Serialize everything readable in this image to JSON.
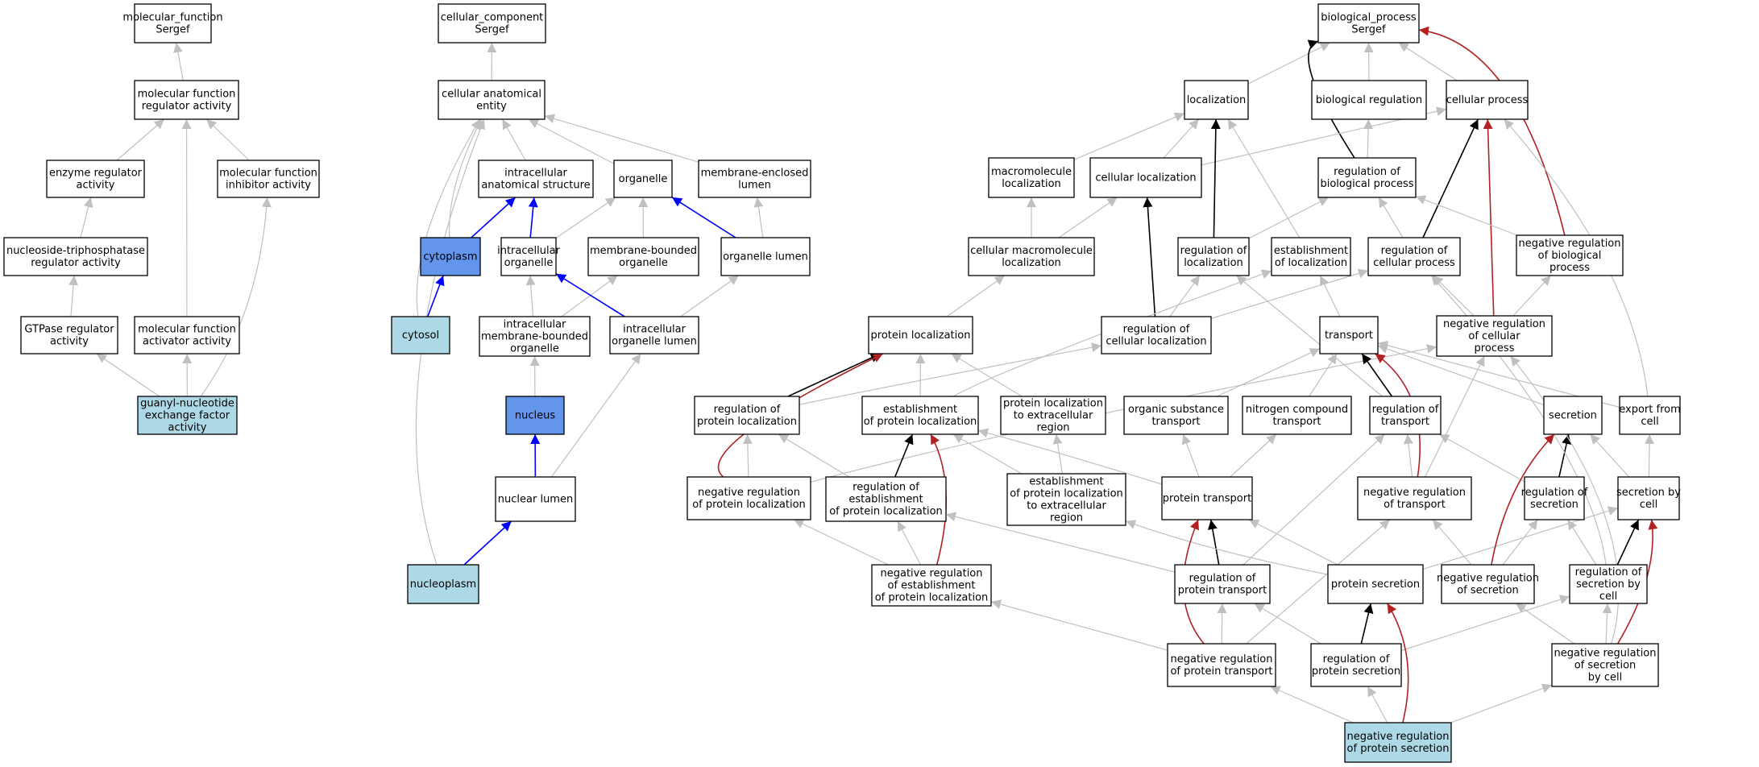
{
  "colors": {
    "node_border": "#000000",
    "node_fill": "#ffffff",
    "query_fill": "#add8e6",
    "highlight_fill": "#6495ed",
    "edge_is_a": "#c0c0c0",
    "edge_part_of": "#0000ff",
    "edge_regulates": "#000000",
    "edge_negatively_regulates": "#b22222"
  },
  "nodes": [
    {
      "id": "mf_root",
      "lines": [
        "molecular_function",
        "Sergef"
      ],
      "style": "plain"
    },
    {
      "id": "mf_reg",
      "lines": [
        "molecular function",
        "regulator activity"
      ],
      "style": "plain"
    },
    {
      "id": "enz_reg",
      "lines": [
        "enzyme regulator",
        "activity"
      ],
      "style": "plain"
    },
    {
      "id": "mf_inhib",
      "lines": [
        "molecular function",
        "inhibitor activity"
      ],
      "style": "plain"
    },
    {
      "id": "ntp_reg",
      "lines": [
        "nucleoside-triphosphatase",
        "regulator activity"
      ],
      "style": "plain"
    },
    {
      "id": "gtpase_reg",
      "lines": [
        "GTPase regulator",
        "activity"
      ],
      "style": "plain"
    },
    {
      "id": "mf_act",
      "lines": [
        "molecular function",
        "activator activity"
      ],
      "style": "plain"
    },
    {
      "id": "gef",
      "lines": [
        "guanyl-nucleotide",
        "exchange factor",
        "activity"
      ],
      "style": "query"
    },
    {
      "id": "cc_root",
      "lines": [
        "cellular_component",
        "Sergef"
      ],
      "style": "plain"
    },
    {
      "id": "cae",
      "lines": [
        "cellular anatomical",
        "entity"
      ],
      "style": "plain"
    },
    {
      "id": "ias",
      "lines": [
        "intracellular",
        "anatomical structure"
      ],
      "style": "plain"
    },
    {
      "id": "organelle",
      "lines": [
        "organelle"
      ],
      "style": "plain"
    },
    {
      "id": "mel",
      "lines": [
        "membrane-enclosed",
        "lumen"
      ],
      "style": "plain"
    },
    {
      "id": "cytoplasm",
      "lines": [
        "cytoplasm"
      ],
      "style": "highlight"
    },
    {
      "id": "io",
      "lines": [
        "intracellular",
        "organelle"
      ],
      "style": "plain"
    },
    {
      "id": "mbo",
      "lines": [
        "membrane-bounded",
        "organelle"
      ],
      "style": "plain"
    },
    {
      "id": "ol",
      "lines": [
        "organelle lumen"
      ],
      "style": "plain"
    },
    {
      "id": "cytosol",
      "lines": [
        "cytosol"
      ],
      "style": "query"
    },
    {
      "id": "imbo",
      "lines": [
        "intracellular",
        "membrane-bounded",
        "organelle"
      ],
      "style": "plain"
    },
    {
      "id": "iol",
      "lines": [
        "intracellular",
        "organelle lumen"
      ],
      "style": "plain"
    },
    {
      "id": "nucleus",
      "lines": [
        "nucleus"
      ],
      "style": "highlight"
    },
    {
      "id": "nl",
      "lines": [
        "nuclear lumen"
      ],
      "style": "plain"
    },
    {
      "id": "nucleoplasm",
      "lines": [
        "nucleoplasm"
      ],
      "style": "query"
    },
    {
      "id": "bp_root",
      "lines": [
        "biological_process",
        "Sergef"
      ],
      "style": "plain"
    },
    {
      "id": "localization",
      "lines": [
        "localization"
      ],
      "style": "plain"
    },
    {
      "id": "bio_reg",
      "lines": [
        "biological regulation"
      ],
      "style": "plain"
    },
    {
      "id": "cell_proc",
      "lines": [
        "cellular process"
      ],
      "style": "plain"
    },
    {
      "id": "macro_loc",
      "lines": [
        "macromolecule",
        "localization"
      ],
      "style": "plain"
    },
    {
      "id": "cell_loc",
      "lines": [
        "cellular localization"
      ],
      "style": "plain"
    },
    {
      "id": "reg_bp",
      "lines": [
        "regulation of",
        "biological process"
      ],
      "style": "plain"
    },
    {
      "id": "cm_loc",
      "lines": [
        "cellular macromolecule",
        "localization"
      ],
      "style": "plain"
    },
    {
      "id": "reg_loc",
      "lines": [
        "regulation of",
        "localization"
      ],
      "style": "plain"
    },
    {
      "id": "est_loc",
      "lines": [
        "establishment",
        "of localization"
      ],
      "style": "plain"
    },
    {
      "id": "reg_cp",
      "lines": [
        "regulation of",
        "cellular process"
      ],
      "style": "plain"
    },
    {
      "id": "neg_bp",
      "lines": [
        "negative regulation",
        "of biological",
        "process"
      ],
      "style": "plain"
    },
    {
      "id": "prot_loc",
      "lines": [
        "protein localization"
      ],
      "style": "plain"
    },
    {
      "id": "reg_cell_loc",
      "lines": [
        "regulation of",
        "cellular localization"
      ],
      "style": "plain"
    },
    {
      "id": "transport",
      "lines": [
        "transport"
      ],
      "style": "plain"
    },
    {
      "id": "neg_cp",
      "lines": [
        "negative regulation",
        "of cellular",
        "process"
      ],
      "style": "plain"
    },
    {
      "id": "reg_prot_loc",
      "lines": [
        "regulation of",
        "protein localization"
      ],
      "style": "plain"
    },
    {
      "id": "est_prot_loc",
      "lines": [
        "establishment",
        "of protein localization"
      ],
      "style": "plain"
    },
    {
      "id": "pl_extra",
      "lines": [
        "protein localization",
        "to extracellular",
        "region"
      ],
      "style": "plain"
    },
    {
      "id": "org_sub",
      "lines": [
        "organic substance",
        "transport"
      ],
      "style": "plain"
    },
    {
      "id": "nitro",
      "lines": [
        "nitrogen compound",
        "transport"
      ],
      "style": "plain"
    },
    {
      "id": "reg_transport",
      "lines": [
        "regulation of",
        "transport"
      ],
      "style": "plain"
    },
    {
      "id": "secretion",
      "lines": [
        "secretion"
      ],
      "style": "plain"
    },
    {
      "id": "export_cell",
      "lines": [
        "export from",
        "cell"
      ],
      "style": "plain"
    },
    {
      "id": "neg_reg_pl",
      "lines": [
        "negative regulation",
        "of protein localization"
      ],
      "style": "plain"
    },
    {
      "id": "reg_est_pl",
      "lines": [
        "regulation of",
        "establishment",
        "of protein localization"
      ],
      "style": "plain"
    },
    {
      "id": "est_pl_extra",
      "lines": [
        "establishment",
        "of protein localization",
        "to extracellular",
        "region"
      ],
      "style": "plain"
    },
    {
      "id": "prot_transport",
      "lines": [
        "protein transport"
      ],
      "style": "plain"
    },
    {
      "id": "neg_reg_transport",
      "lines": [
        "negative regulation",
        "of transport"
      ],
      "style": "plain"
    },
    {
      "id": "reg_secretion",
      "lines": [
        "regulation of",
        "secretion"
      ],
      "style": "plain"
    },
    {
      "id": "sec_cell",
      "lines": [
        "secretion by",
        "cell"
      ],
      "style": "plain"
    },
    {
      "id": "neg_reg_est_pl",
      "lines": [
        "negative regulation",
        "of establishment",
        "of protein localization"
      ],
      "style": "plain"
    },
    {
      "id": "reg_prot_transport",
      "lines": [
        "regulation of",
        "protein transport"
      ],
      "style": "plain"
    },
    {
      "id": "prot_secretion",
      "lines": [
        "protein secretion"
      ],
      "style": "plain"
    },
    {
      "id": "neg_reg_secretion",
      "lines": [
        "negative regulation",
        "of secretion"
      ],
      "style": "plain"
    },
    {
      "id": "reg_sec_cell",
      "lines": [
        "regulation of",
        "secretion by",
        "cell"
      ],
      "style": "plain"
    },
    {
      "id": "neg_reg_pt",
      "lines": [
        "negative regulation",
        "of protein transport"
      ],
      "style": "plain"
    },
    {
      "id": "reg_prot_sec",
      "lines": [
        "regulation of",
        "protein secretion"
      ],
      "style": "plain"
    },
    {
      "id": "neg_reg_sec_cell",
      "lines": [
        "negative regulation",
        "of secretion",
        "by cell"
      ],
      "style": "plain"
    },
    {
      "id": "neg_reg_prot_sec",
      "lines": [
        "negative regulation",
        "of protein secretion"
      ],
      "style": "query"
    }
  ],
  "edges": [
    {
      "from": "mf_reg",
      "to": "mf_root",
      "type": "is_a"
    },
    {
      "from": "enz_reg",
      "to": "mf_reg",
      "type": "is_a"
    },
    {
      "from": "mf_inhib",
      "to": "mf_reg",
      "type": "is_a"
    },
    {
      "from": "mf_act",
      "to": "mf_reg",
      "type": "is_a"
    },
    {
      "from": "ntp_reg",
      "to": "enz_reg",
      "type": "is_a"
    },
    {
      "from": "gtpase_reg",
      "to": "ntp_reg",
      "type": "is_a"
    },
    {
      "from": "gef",
      "to": "gtpase_reg",
      "type": "is_a"
    },
    {
      "from": "gef",
      "to": "mf_act",
      "type": "is_a"
    },
    {
      "from": "gef",
      "to": "mf_inhib",
      "type": "is_a"
    },
    {
      "from": "cae",
      "to": "cc_root",
      "type": "is_a"
    },
    {
      "from": "ias",
      "to": "cae",
      "type": "is_a"
    },
    {
      "from": "organelle",
      "to": "cae",
      "type": "is_a"
    },
    {
      "from": "mel",
      "to": "cae",
      "type": "is_a"
    },
    {
      "from": "cytoplasm",
      "to": "cae",
      "type": "is_a"
    },
    {
      "from": "cytosol",
      "to": "cae",
      "type": "is_a"
    },
    {
      "from": "nucleoplasm",
      "to": "cae",
      "type": "is_a"
    },
    {
      "from": "cytoplasm",
      "to": "ias",
      "type": "part_of"
    },
    {
      "from": "io",
      "to": "ias",
      "type": "part_of"
    },
    {
      "from": "io",
      "to": "organelle",
      "type": "is_a"
    },
    {
      "from": "mbo",
      "to": "organelle",
      "type": "is_a"
    },
    {
      "from": "ol",
      "to": "organelle",
      "type": "part_of"
    },
    {
      "from": "ol",
      "to": "mel",
      "type": "is_a"
    },
    {
      "from": "cytosol",
      "to": "cytoplasm",
      "type": "part_of"
    },
    {
      "from": "imbo",
      "to": "io",
      "type": "is_a"
    },
    {
      "from": "imbo",
      "to": "mbo",
      "type": "is_a"
    },
    {
      "from": "iol",
      "to": "io",
      "type": "part_of"
    },
    {
      "from": "iol",
      "to": "ol",
      "type": "is_a"
    },
    {
      "from": "nucleus",
      "to": "imbo",
      "type": "is_a"
    },
    {
      "from": "nl",
      "to": "nucleus",
      "type": "part_of"
    },
    {
      "from": "nl",
      "to": "iol",
      "type": "is_a"
    },
    {
      "from": "nucleoplasm",
      "to": "nl",
      "type": "part_of"
    },
    {
      "from": "localization",
      "to": "bp_root",
      "type": "is_a"
    },
    {
      "from": "bio_reg",
      "to": "bp_root",
      "type": "is_a"
    },
    {
      "from": "cell_proc",
      "to": "bp_root",
      "type": "is_a"
    },
    {
      "from": "reg_bp",
      "to": "bp_root",
      "type": "regulates"
    },
    {
      "from": "neg_bp",
      "to": "bp_root",
      "type": "negatively_regulates"
    },
    {
      "from": "macro_loc",
      "to": "localization",
      "type": "is_a"
    },
    {
      "from": "cell_loc",
      "to": "localization",
      "type": "is_a"
    },
    {
      "from": "cell_loc",
      "to": "cell_proc",
      "type": "is_a"
    },
    {
      "from": "est_loc",
      "to": "localization",
      "type": "is_a"
    },
    {
      "from": "reg_loc",
      "to": "localization",
      "type": "regulates"
    },
    {
      "from": "reg_bp",
      "to": "bio_reg",
      "type": "is_a"
    },
    {
      "from": "reg_cp",
      "to": "cell_proc",
      "type": "regulates"
    },
    {
      "from": "neg_cp",
      "to": "cell_proc",
      "type": "negatively_regulates"
    },
    {
      "from": "export_cell",
      "to": "cell_proc",
      "type": "is_a"
    },
    {
      "from": "cm_loc",
      "to": "macro_loc",
      "type": "is_a"
    },
    {
      "from": "cm_loc",
      "to": "cell_loc",
      "type": "is_a"
    },
    {
      "from": "reg_cell_loc",
      "to": "cell_loc",
      "type": "regulates"
    },
    {
      "from": "reg_loc",
      "to": "reg_bp",
      "type": "is_a"
    },
    {
      "from": "reg_cp",
      "to": "reg_bp",
      "type": "is_a"
    },
    {
      "from": "neg_bp",
      "to": "reg_bp",
      "type": "is_a"
    },
    {
      "from": "prot_loc",
      "to": "cm_loc",
      "type": "is_a"
    },
    {
      "from": "reg_cell_loc",
      "to": "reg_loc",
      "type": "is_a"
    },
    {
      "from": "reg_cell_loc",
      "to": "reg_cp",
      "type": "is_a"
    },
    {
      "from": "transport",
      "to": "est_loc",
      "type": "is_a"
    },
    {
      "from": "neg_cp",
      "to": "reg_cp",
      "type": "is_a"
    },
    {
      "from": "neg_cp",
      "to": "neg_bp",
      "type": "is_a"
    },
    {
      "from": "reg_prot_loc",
      "to": "prot_loc",
      "type": "regulates"
    },
    {
      "from": "est_prot_loc",
      "to": "prot_loc",
      "type": "is_a"
    },
    {
      "from": "pl_extra",
      "to": "prot_loc",
      "type": "is_a"
    },
    {
      "from": "reg_prot_loc",
      "to": "reg_cell_loc",
      "type": "is_a"
    },
    {
      "from": "neg_reg_pl",
      "to": "prot_loc",
      "type": "negatively_regulates"
    },
    {
      "from": "neg_reg_pl",
      "to": "reg_prot_loc",
      "type": "is_a"
    },
    {
      "from": "neg_reg_pl",
      "to": "neg_cp",
      "type": "is_a"
    },
    {
      "from": "est_prot_loc",
      "to": "est_loc",
      "type": "is_a"
    },
    {
      "from": "org_sub",
      "to": "transport",
      "type": "is_a"
    },
    {
      "from": "nitro",
      "to": "transport",
      "type": "is_a"
    },
    {
      "from": "reg_transport",
      "to": "transport",
      "type": "regulates"
    },
    {
      "from": "reg_transport",
      "to": "reg_loc",
      "type": "is_a"
    },
    {
      "from": "secretion",
      "to": "transport",
      "type": "is_a"
    },
    {
      "from": "export_cell",
      "to": "transport",
      "type": "is_a"
    },
    {
      "from": "reg_secretion",
      "to": "secretion",
      "type": "regulates"
    },
    {
      "from": "sec_cell",
      "to": "secretion",
      "type": "is_a"
    },
    {
      "from": "sec_cell",
      "to": "export_cell",
      "type": "is_a"
    },
    {
      "from": "reg_est_pl",
      "to": "est_prot_loc",
      "type": "regulates"
    },
    {
      "from": "reg_est_pl",
      "to": "reg_prot_loc",
      "type": "is_a"
    },
    {
      "from": "est_pl_extra",
      "to": "est_prot_loc",
      "type": "is_a"
    },
    {
      "from": "est_pl_extra",
      "to": "pl_extra",
      "type": "is_a"
    },
    {
      "from": "prot_transport",
      "to": "est_prot_loc",
      "type": "is_a"
    },
    {
      "from": "prot_transport",
      "to": "org_sub",
      "type": "is_a"
    },
    {
      "from": "prot_transport",
      "to": "nitro",
      "type": "is_a"
    },
    {
      "from": "neg_reg_transport",
      "to": "transport",
      "type": "negatively_regulates"
    },
    {
      "from": "neg_reg_transport",
      "to": "reg_transport",
      "type": "is_a"
    },
    {
      "from": "neg_reg_transport",
      "to": "neg_cp",
      "type": "is_a"
    },
    {
      "from": "reg_secretion",
      "to": "reg_transport",
      "type": "is_a"
    },
    {
      "from": "neg_reg_est_pl",
      "to": "est_prot_loc",
      "type": "negatively_regulates"
    },
    {
      "from": "neg_reg_est_pl",
      "to": "reg_est_pl",
      "type": "is_a"
    },
    {
      "from": "neg_reg_est_pl",
      "to": "neg_reg_pl",
      "type": "is_a"
    },
    {
      "from": "reg_prot_transport",
      "to": "prot_transport",
      "type": "regulates"
    },
    {
      "from": "reg_prot_transport",
      "to": "reg_est_pl",
      "type": "is_a"
    },
    {
      "from": "reg_prot_transport",
      "to": "reg_transport",
      "type": "is_a"
    },
    {
      "from": "prot_secretion",
      "to": "prot_transport",
      "type": "is_a"
    },
    {
      "from": "prot_secretion",
      "to": "est_pl_extra",
      "type": "is_a"
    },
    {
      "from": "prot_secretion",
      "to": "sec_cell",
      "type": "is_a"
    },
    {
      "from": "neg_reg_secretion",
      "to": "secretion",
      "type": "negatively_regulates"
    },
    {
      "from": "neg_reg_secretion",
      "to": "reg_secretion",
      "type": "is_a"
    },
    {
      "from": "neg_reg_secretion",
      "to": "neg_reg_transport",
      "type": "is_a"
    },
    {
      "from": "reg_sec_cell",
      "to": "sec_cell",
      "type": "regulates"
    },
    {
      "from": "reg_sec_cell",
      "to": "reg_secretion",
      "type": "is_a"
    },
    {
      "from": "reg_sec_cell",
      "to": "reg_cp",
      "type": "is_a"
    },
    {
      "from": "neg_reg_pt",
      "to": "prot_transport",
      "type": "negatively_regulates"
    },
    {
      "from": "neg_reg_pt",
      "to": "reg_prot_transport",
      "type": "is_a"
    },
    {
      "from": "neg_reg_pt",
      "to": "neg_reg_est_pl",
      "type": "is_a"
    },
    {
      "from": "neg_reg_pt",
      "to": "neg_reg_transport",
      "type": "is_a"
    },
    {
      "from": "reg_prot_sec",
      "to": "prot_secretion",
      "type": "regulates"
    },
    {
      "from": "reg_prot_sec",
      "to": "reg_prot_transport",
      "type": "is_a"
    },
    {
      "from": "reg_prot_sec",
      "to": "reg_sec_cell",
      "type": "is_a"
    },
    {
      "from": "neg_reg_sec_cell",
      "to": "sec_cell",
      "type": "negatively_regulates"
    },
    {
      "from": "neg_reg_sec_cell",
      "to": "reg_sec_cell",
      "type": "is_a"
    },
    {
      "from": "neg_reg_sec_cell",
      "to": "neg_reg_secretion",
      "type": "is_a"
    },
    {
      "from": "neg_reg_sec_cell",
      "to": "neg_cp",
      "type": "is_a"
    },
    {
      "from": "neg_reg_prot_sec",
      "to": "prot_secretion",
      "type": "negatively_regulates"
    },
    {
      "from": "neg_reg_prot_sec",
      "to": "reg_prot_sec",
      "type": "is_a"
    },
    {
      "from": "neg_reg_prot_sec",
      "to": "neg_reg_pt",
      "type": "is_a"
    },
    {
      "from": "neg_reg_prot_sec",
      "to": "neg_reg_sec_cell",
      "type": "is_a"
    }
  ]
}
